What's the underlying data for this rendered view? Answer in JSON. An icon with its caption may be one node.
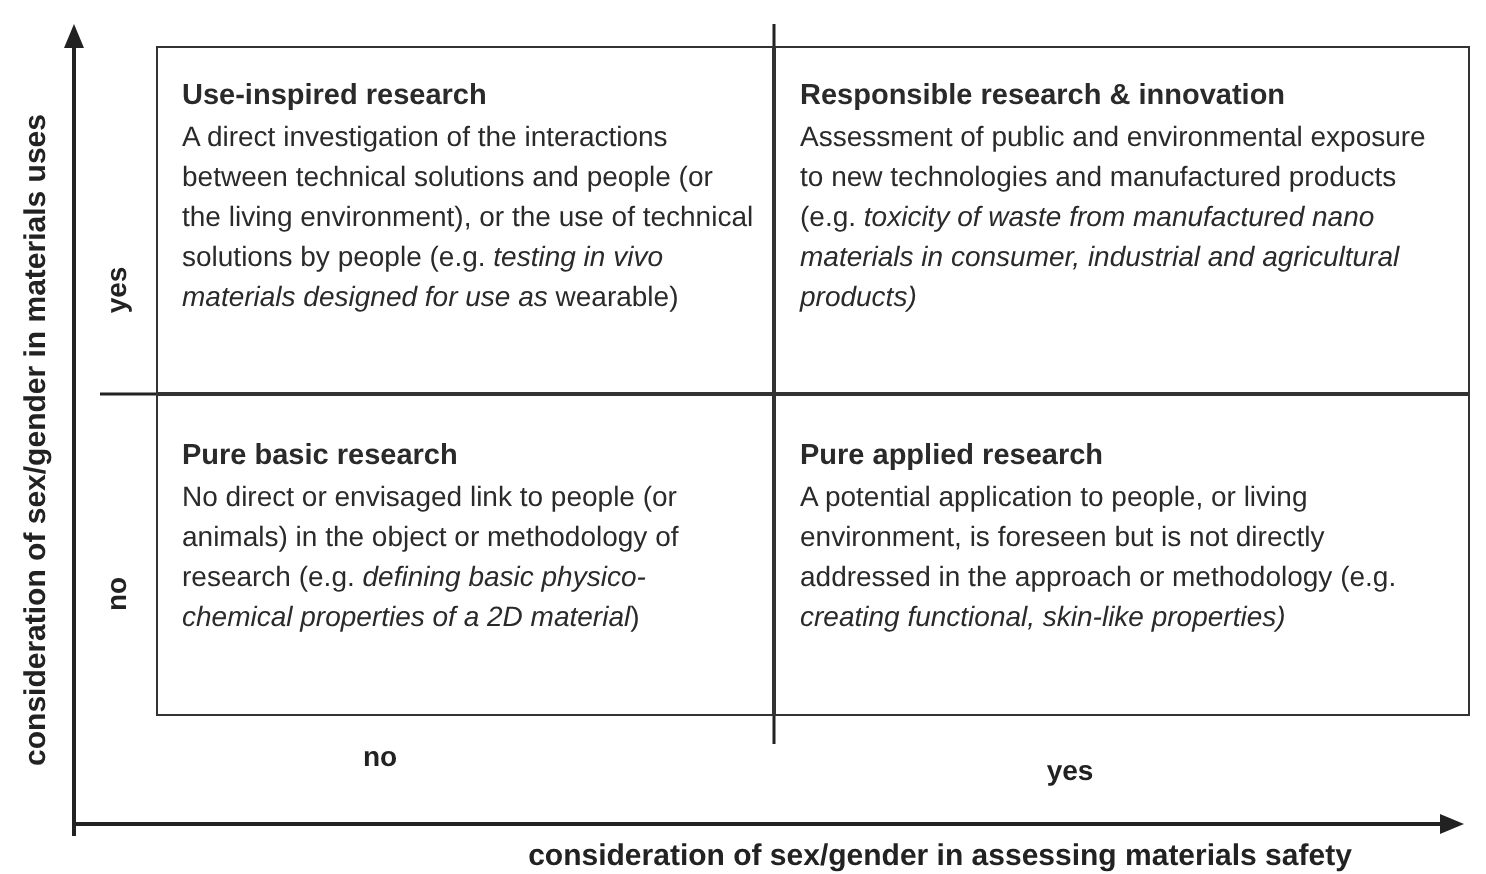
{
  "diagram": {
    "nodes": [
      {
        "text": [
          "Use-inspired research",
          "A direct investigation of the interactions between technical solutions and people (or the living environment), or the use of technical solutions by people (e.g. *testing in vivo materials designed for use as* wearable)"
        ]
      },
      {
        "text": [
          "Responsible research & innovation",
          "Assessment of public and environmental exposure to new technologies and manufactured products (e.g. *toxicity of waste from manufactured nano materials in consumer, industrial and agricultural products)*"
        ]
      },
      {
        "text": [
          "Pure basic research",
          "No direct or envisaged link to people (or animals) in the object or methodology of research (e.g. *defining basic physico-chemical properties of a 2D material*)"
        ]
      },
      {
        "text": [
          "Pure applied research",
          "A potential application to people, or living environment, is foreseen but is not directly addressed in the approach or methodology (e.g. *creating functional, skin-like properties)*"
        ]
      }
    ],
    "labels": [
      "consideration of sex/gender in materials uses",
      "yes",
      "no",
      "no",
      "yes",
      "consideration of sex/gender in assessing materials safety"
    ]
  }
}
